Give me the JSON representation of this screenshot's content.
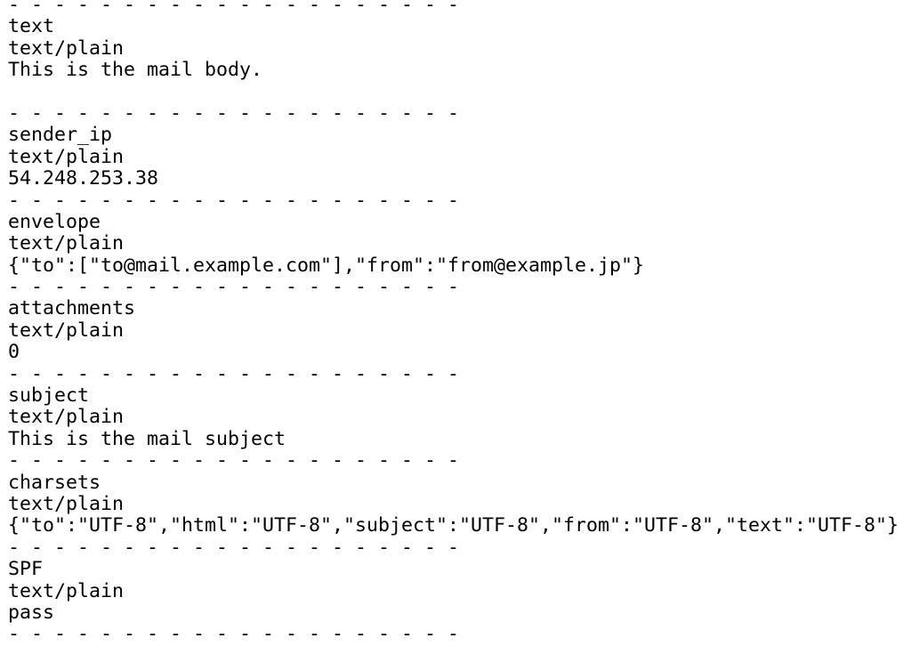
{
  "separator": "- - - - - - - - - - - - - - - - - - - -",
  "sections": [
    {
      "name": "text",
      "type": "text/plain",
      "value": "This is the mail body.",
      "trailing_blank": true
    },
    {
      "name": "sender_ip",
      "type": "text/plain",
      "value": "54.248.253.38"
    },
    {
      "name": "envelope",
      "type": "text/plain",
      "value": "{\"to\":[\"to@mail.example.com\"],\"from\":\"from@example.jp\"}"
    },
    {
      "name": "attachments",
      "type": "text/plain",
      "value": "0"
    },
    {
      "name": "subject",
      "type": "text/plain",
      "value": "This is the mail subject"
    },
    {
      "name": "charsets",
      "type": "text/plain",
      "value": "{\"to\":\"UTF-8\",\"html\":\"UTF-8\",\"subject\":\"UTF-8\",\"from\":\"UTF-8\",\"text\":\"UTF-8\"}"
    },
    {
      "name": "SPF",
      "type": "text/plain",
      "value": "pass"
    }
  ]
}
